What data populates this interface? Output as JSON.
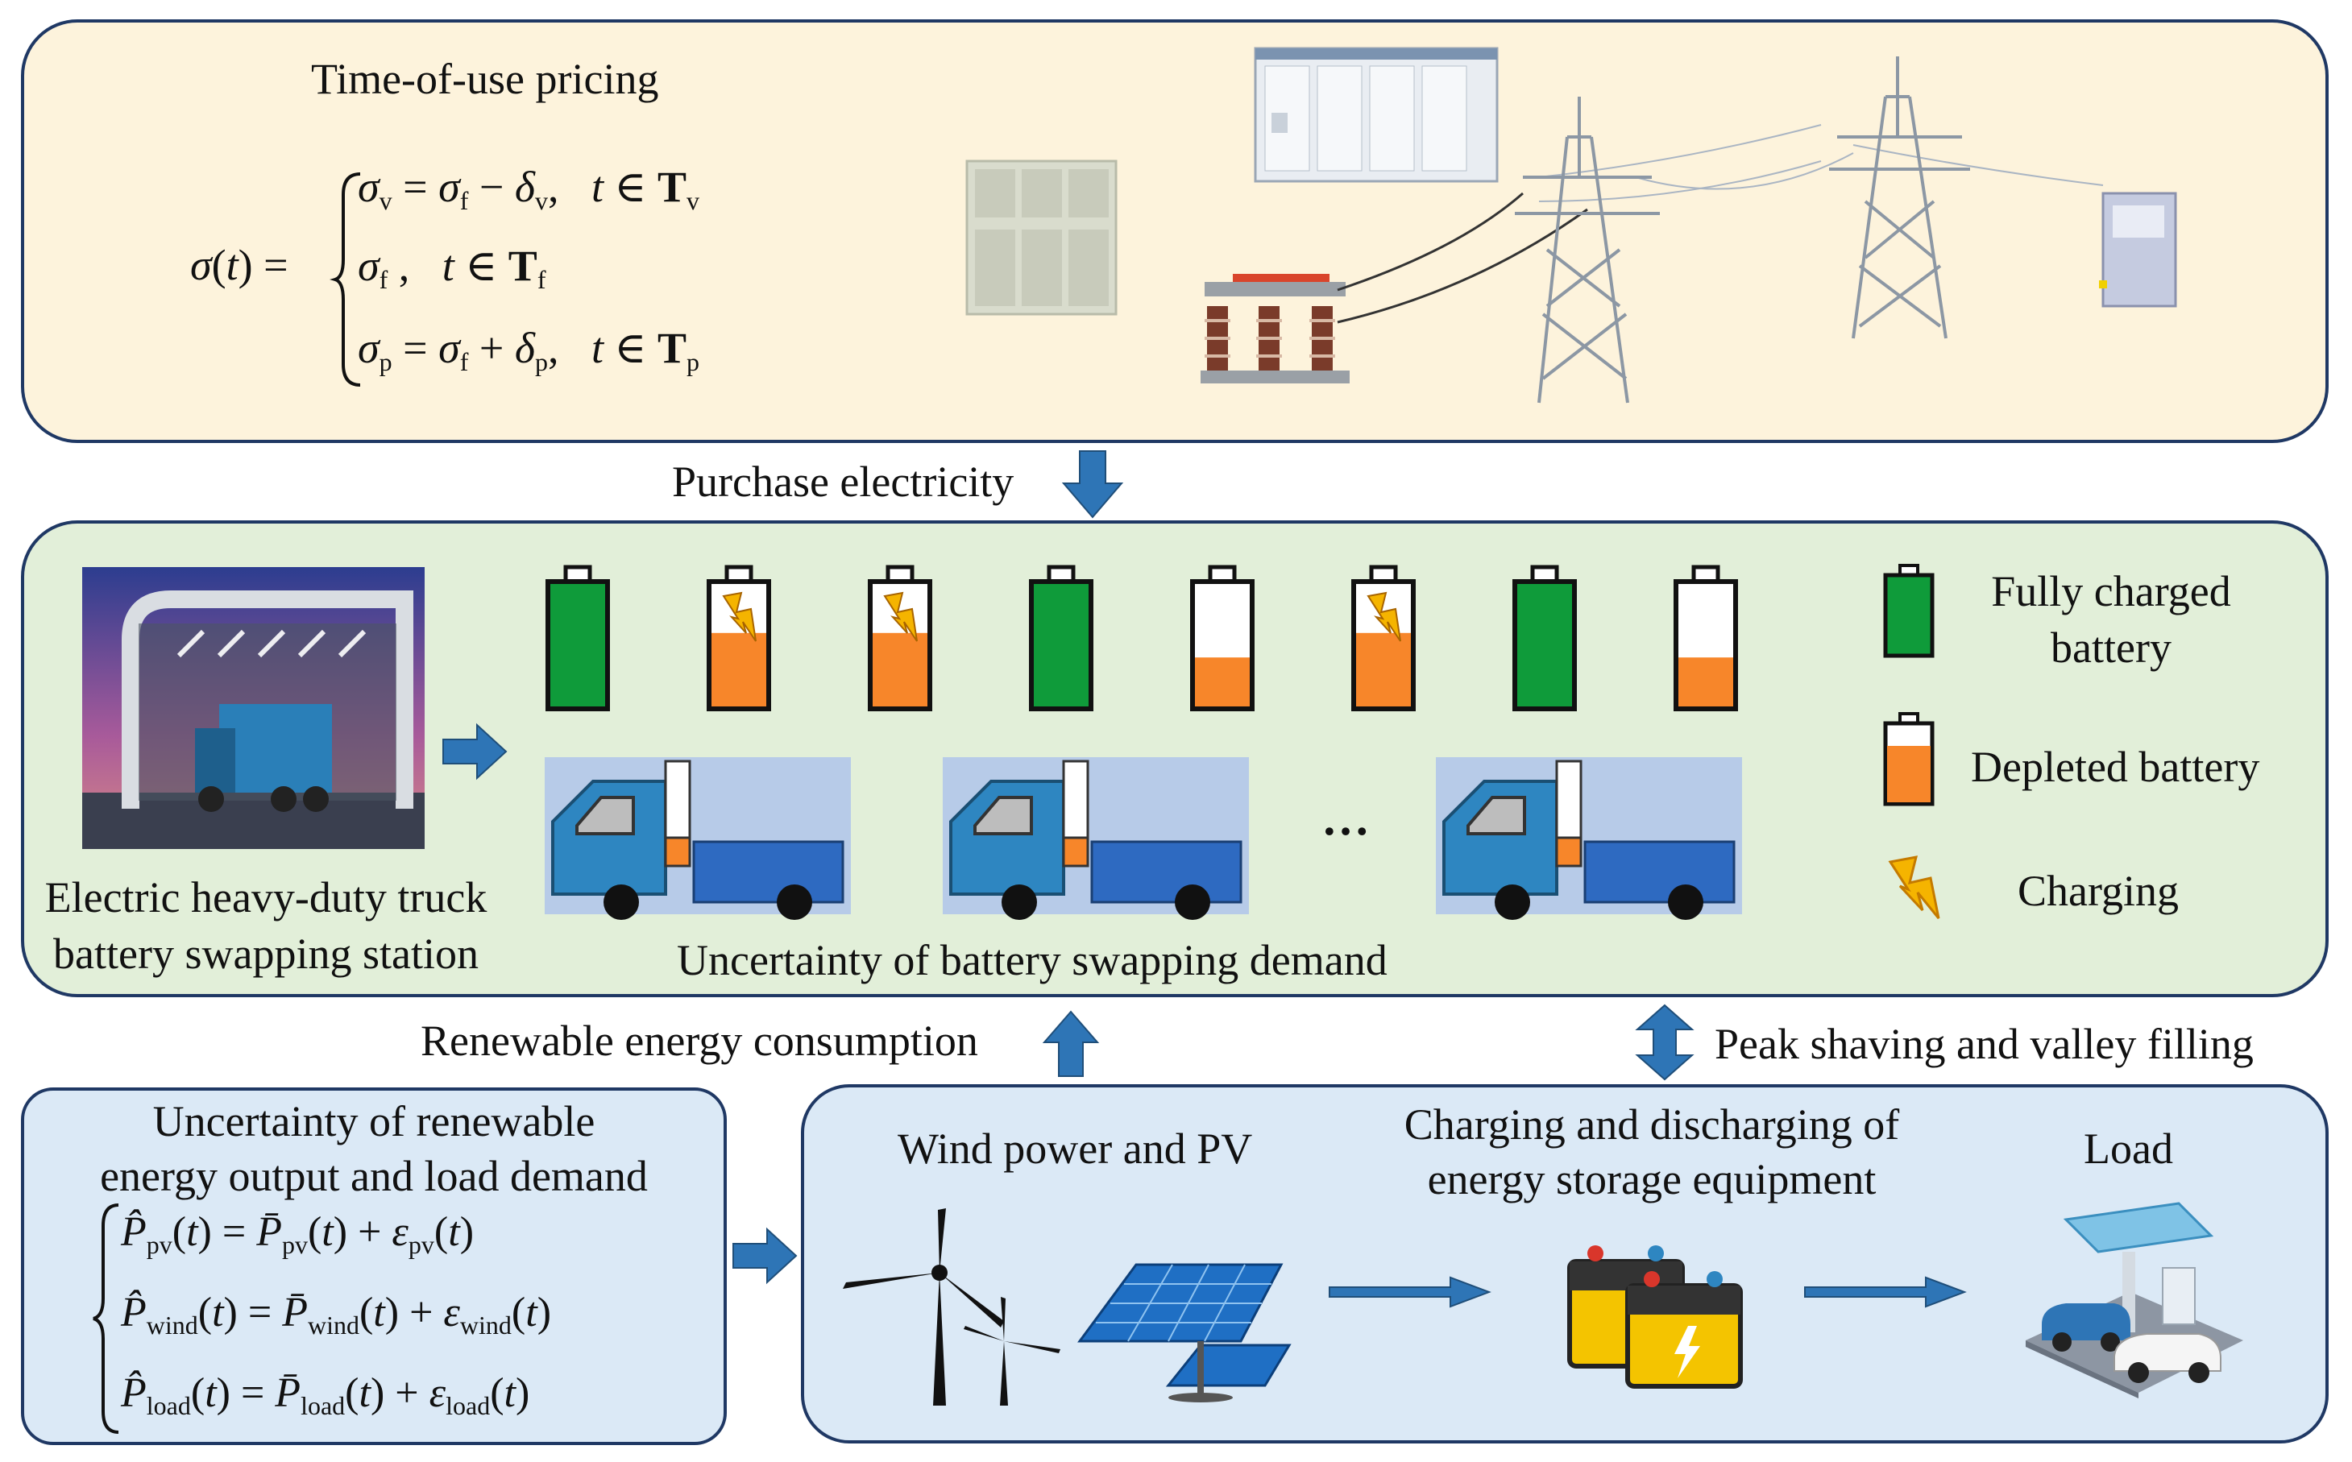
{
  "top": {
    "title": "Time-of-use pricing",
    "formula": {
      "lhs": "σ(t) =",
      "line1": "σv = σf − δv,  t ∈ Tv",
      "line2": "σf ,  t ∈ Tf",
      "line3": "σp = σf + δp,  t ∈ Tp"
    }
  },
  "arrow_labels": {
    "purchase": "Purchase electricity",
    "renewable": "Renewable energy consumption",
    "peak": "Peak shaving and valley filling"
  },
  "middle": {
    "station_label_line1": "Electric heavy-duty truck",
    "station_label_line2": "battery swapping station",
    "uncertainty_label": "Uncertainty of battery swapping demand",
    "ellipsis": "…",
    "batteries": [
      {
        "state": "full"
      },
      {
        "state": "charging",
        "level": 0.6
      },
      {
        "state": "charging",
        "level": 0.6
      },
      {
        "state": "full"
      },
      {
        "state": "depleted",
        "level": 0.4
      },
      {
        "state": "charging",
        "level": 0.6
      },
      {
        "state": "full"
      },
      {
        "state": "depleted",
        "level": 0.4
      }
    ],
    "legend": {
      "full_line1": "Fully charged",
      "full_line2": "battery",
      "depleted": "Depleted battery",
      "charging": "Charging"
    }
  },
  "bottom_left": {
    "title_line1": "Uncertainty of renewable",
    "title_line2": "energy output and load demand",
    "eq1": "P̂pv(t) = P̄pv(t) + εpv(t)",
    "eq2": "P̂wind(t) = P̄wind(t) + εwind(t)",
    "eq3": "P̂load(t) = P̄load(t) + εload(t)"
  },
  "bottom_right": {
    "wind_pv": "Wind power and PV",
    "storage_line1": "Charging and discharging of",
    "storage_line2": "energy storage equipment",
    "load": "Load"
  },
  "colors": {
    "top_bg": "#fdf3dc",
    "mid_bg": "#e2efd9",
    "bottom_bg": "#dbe9f6",
    "border": "#1f3864",
    "arrow": "#2e75b6",
    "battery_green": "#0f9b3a",
    "battery_orange": "#f7862a",
    "truck_blue": "#2e86c1"
  }
}
